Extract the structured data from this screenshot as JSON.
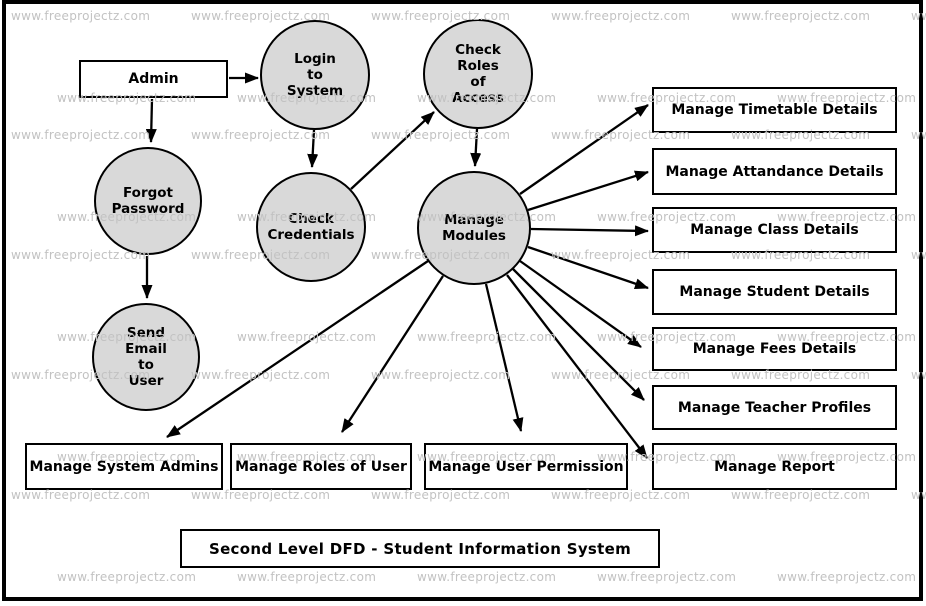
{
  "title": "Second Level DFD - Student Information System",
  "watermark": {
    "text": "www.freeprojectz.com"
  },
  "entities": {
    "admin": {
      "label": "Admin"
    }
  },
  "processes": {
    "login": {
      "label": "Login\nto\nSystem"
    },
    "check_roles": {
      "label": "Check\nRoles\nof\nAccess"
    },
    "forgot_password": {
      "label": "Forgot\nPassword"
    },
    "check_credentials": {
      "label": "Check\nCredentials"
    },
    "manage_modules": {
      "label": "Manage\nModules"
    },
    "send_email": {
      "label": "Send\nEmail\nto\nUser"
    }
  },
  "stores": {
    "timetable": {
      "label": "Manage Timetable Details"
    },
    "attendance": {
      "label": "Manage Attandance Details"
    },
    "class": {
      "label": "Manage Class Details"
    },
    "student": {
      "label": "Manage Student Details"
    },
    "fees": {
      "label": "Manage Fees Details"
    },
    "teacher": {
      "label": "Manage Teacher Profiles"
    },
    "report": {
      "label": "Manage Report"
    },
    "system_admins": {
      "label": "Manage System Admins"
    },
    "roles_of_user": {
      "label": "Manage Roles of User"
    },
    "user_permission": {
      "label": "Manage User Permission"
    }
  },
  "edges": [
    {
      "from": "admin",
      "to": "login"
    },
    {
      "from": "admin",
      "to": "forgot_password"
    },
    {
      "from": "login",
      "to": "check_credentials"
    },
    {
      "from": "check_credentials",
      "to": "check_roles"
    },
    {
      "from": "check_roles",
      "to": "manage_modules"
    },
    {
      "from": "forgot_password",
      "to": "send_email"
    },
    {
      "from": "manage_modules",
      "to": "timetable"
    },
    {
      "from": "manage_modules",
      "to": "attendance"
    },
    {
      "from": "manage_modules",
      "to": "class"
    },
    {
      "from": "manage_modules",
      "to": "student"
    },
    {
      "from": "manage_modules",
      "to": "fees"
    },
    {
      "from": "manage_modules",
      "to": "teacher"
    },
    {
      "from": "manage_modules",
      "to": "report"
    },
    {
      "from": "manage_modules",
      "to": "system_admins"
    },
    {
      "from": "manage_modules",
      "to": "roles_of_user"
    },
    {
      "from": "manage_modules",
      "to": "user_permission"
    }
  ],
  "colors": {
    "process_fill": "#d9d9d9",
    "stroke": "#000000",
    "watermark": "#c2c2c2"
  }
}
